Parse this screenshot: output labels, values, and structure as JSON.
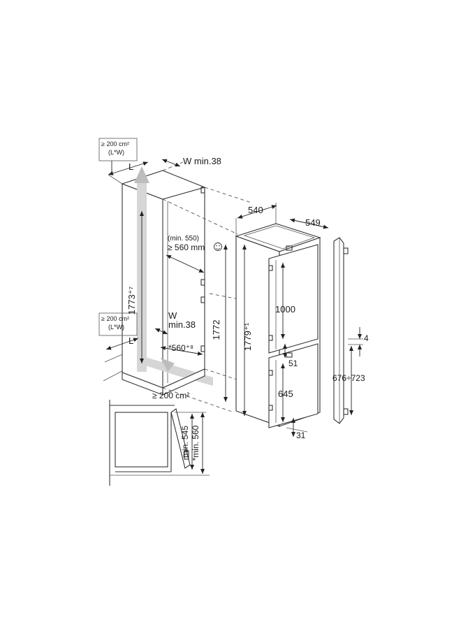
{
  "labels": {
    "vent_top_area_line1": "≥ 200 cm²",
    "vent_top_area_line2": "(L*W)",
    "top_L": "L",
    "top_W": "W min.38",
    "niche_depth_min": "(min. 550)",
    "niche_depth": "≥ 560 mm",
    "niche_height_tol": "1773⁺⁷",
    "vent_bottom_area_line1": "≥ 200 cm²",
    "vent_bottom_area_line2": "(L*W)",
    "bottom_W_line1": "W",
    "bottom_W_line2": "min.38",
    "bottom_L": "L",
    "niche_width": "*560⁺⁸",
    "niche_height": "1772",
    "plinth_vent_area": "≥ 200 cm²",
    "appliance_width": "540",
    "appliance_depth": "549",
    "appliance_height": "1779⁺¹",
    "upper_door": "1000",
    "gap": "51",
    "lower_door": "645",
    "bottom_offset": "31",
    "hinge_offset": "4",
    "door_range": "676÷723",
    "section_depth_1": "min. 545",
    "section_depth_2": "*min. 560"
  },
  "icons": {
    "smiley": "smiley-icon",
    "airflow_up": "airflow-arrow-up-icon",
    "airflow_in": "airflow-arrow-in-icon"
  }
}
